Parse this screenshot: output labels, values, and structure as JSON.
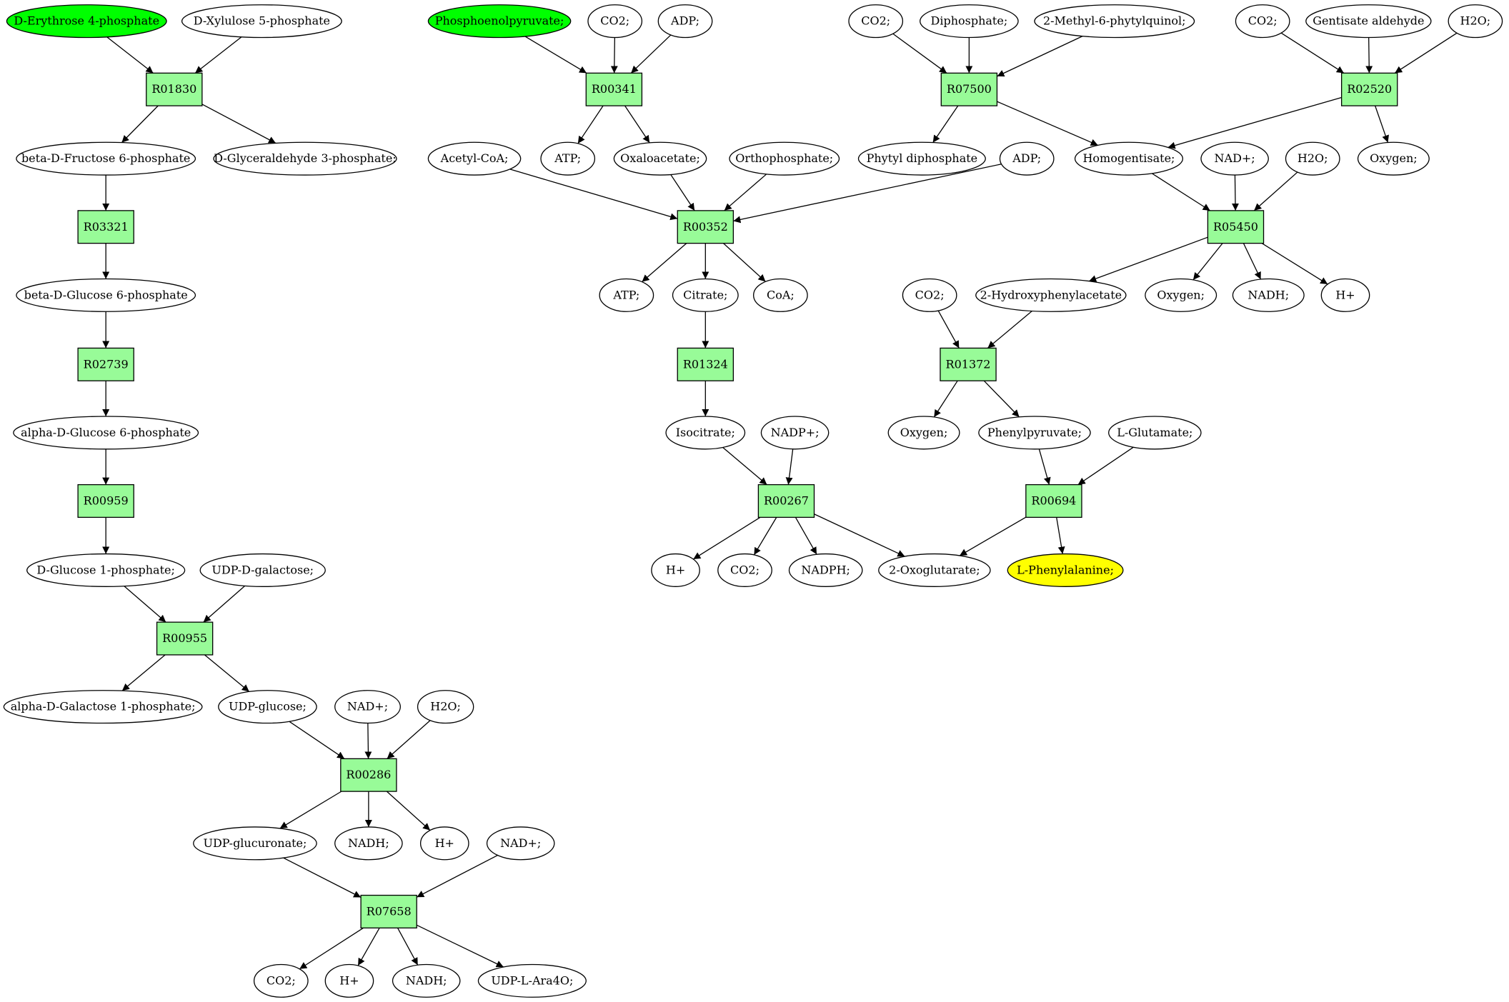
{
  "colors": {
    "reaction_fill": "#98fb98",
    "start_fill": "#00ff00",
    "target_fill": "#ffff00",
    "node_fill": "#ffffff",
    "stroke": "#000000"
  },
  "nodes": {
    "e4p": {
      "label": "D-Erythrose 4-phosphate",
      "kind": "start"
    },
    "xu5p": {
      "label": "D-Xylulose 5-phosphate",
      "kind": "compound"
    },
    "r01830": {
      "label": "R01830",
      "kind": "reaction"
    },
    "f6p": {
      "label": "beta-D-Fructose 6-phosphate",
      "kind": "compound"
    },
    "g3p": {
      "label": "D-Glyceraldehyde 3-phosphate;",
      "kind": "compound"
    },
    "r03321": {
      "label": "R03321",
      "kind": "reaction"
    },
    "bg6p": {
      "label": "beta-D-Glucose 6-phosphate",
      "kind": "compound"
    },
    "r02739": {
      "label": "R02739",
      "kind": "reaction"
    },
    "ag6p": {
      "label": "alpha-D-Glucose 6-phosphate",
      "kind": "compound"
    },
    "r00959": {
      "label": "R00959",
      "kind": "reaction"
    },
    "g1p": {
      "label": "D-Glucose 1-phosphate;",
      "kind": "compound"
    },
    "udpgal": {
      "label": "UDP-D-galactose;",
      "kind": "compound"
    },
    "r00955": {
      "label": "R00955",
      "kind": "reaction"
    },
    "agal1p": {
      "label": "alpha-D-Galactose 1-phosphate;",
      "kind": "compound"
    },
    "udpglc": {
      "label": "UDP-glucose;",
      "kind": "compound"
    },
    "nad_a": {
      "label": "NAD+;",
      "kind": "compound"
    },
    "h2o_a": {
      "label": "H2O;",
      "kind": "compound"
    },
    "r00286": {
      "label": "R00286",
      "kind": "reaction"
    },
    "udpglcur": {
      "label": "UDP-glucuronate;",
      "kind": "compound"
    },
    "nadh_a": {
      "label": "NADH;",
      "kind": "compound"
    },
    "hp_a": {
      "label": "H+",
      "kind": "compound"
    },
    "nad_b": {
      "label": "NAD+;",
      "kind": "compound"
    },
    "r07658": {
      "label": "R07658",
      "kind": "reaction"
    },
    "co2_a": {
      "label": "CO2;",
      "kind": "compound"
    },
    "hp_b": {
      "label": "H+",
      "kind": "compound"
    },
    "nadh_b": {
      "label": "NADH;",
      "kind": "compound"
    },
    "udpara": {
      "label": "UDP-L-Ara4O;",
      "kind": "compound"
    },
    "pep": {
      "label": "Phosphoenolpyruvate;",
      "kind": "start"
    },
    "co2_b": {
      "label": "CO2;",
      "kind": "compound"
    },
    "adp_a": {
      "label": "ADP;",
      "kind": "compound"
    },
    "r00341": {
      "label": "R00341",
      "kind": "reaction"
    },
    "acoa": {
      "label": "Acetyl-CoA;",
      "kind": "compound"
    },
    "atp_a": {
      "label": "ATP;",
      "kind": "compound"
    },
    "oaa": {
      "label": "Oxaloacetate;",
      "kind": "compound"
    },
    "pi": {
      "label": "Orthophosphate;",
      "kind": "compound"
    },
    "adp_b": {
      "label": "ADP;",
      "kind": "compound"
    },
    "r00352": {
      "label": "R00352",
      "kind": "reaction"
    },
    "atp_b": {
      "label": "ATP;",
      "kind": "compound"
    },
    "cit": {
      "label": "Citrate;",
      "kind": "compound"
    },
    "coa": {
      "label": "CoA;",
      "kind": "compound"
    },
    "r01324": {
      "label": "R01324",
      "kind": "reaction"
    },
    "icit": {
      "label": "Isocitrate;",
      "kind": "compound"
    },
    "nadp": {
      "label": "NADP+;",
      "kind": "compound"
    },
    "r00267": {
      "label": "R00267",
      "kind": "reaction"
    },
    "hp_c": {
      "label": "H+",
      "kind": "compound"
    },
    "co2_c": {
      "label": "CO2;",
      "kind": "compound"
    },
    "nadph": {
      "label": "NADPH;",
      "kind": "compound"
    },
    "akg": {
      "label": "2-Oxoglutarate;",
      "kind": "compound"
    },
    "co2_d": {
      "label": "CO2;",
      "kind": "compound"
    },
    "ppi": {
      "label": "Diphosphate;",
      "kind": "compound"
    },
    "mpq": {
      "label": "2-Methyl-6-phytylquinol;",
      "kind": "compound"
    },
    "r07500": {
      "label": "R07500",
      "kind": "reaction"
    },
    "phytpp": {
      "label": "Phytyl diphosphate",
      "kind": "compound"
    },
    "hga": {
      "label": "Homogentisate;",
      "kind": "compound"
    },
    "co2_e": {
      "label": "CO2;",
      "kind": "compound"
    },
    "gald": {
      "label": "Gentisate aldehyde",
      "kind": "compound"
    },
    "h2o_b": {
      "label": "H2O;",
      "kind": "compound"
    },
    "r02520": {
      "label": "R02520",
      "kind": "reaction"
    },
    "oxy_a": {
      "label": "Oxygen;",
      "kind": "compound"
    },
    "nad_c": {
      "label": "NAD+;",
      "kind": "compound"
    },
    "h2o_c": {
      "label": "H2O;",
      "kind": "compound"
    },
    "r05450": {
      "label": "R05450",
      "kind": "reaction"
    },
    "hpa": {
      "label": "2-Hydroxyphenylacetate",
      "kind": "compound"
    },
    "oxy_b": {
      "label": "Oxygen;",
      "kind": "compound"
    },
    "nadh_c": {
      "label": "NADH;",
      "kind": "compound"
    },
    "hp_d": {
      "label": "H+",
      "kind": "compound"
    },
    "co2_f": {
      "label": "CO2;",
      "kind": "compound"
    },
    "r01372": {
      "label": "R01372",
      "kind": "reaction"
    },
    "oxy_c": {
      "label": "Oxygen;",
      "kind": "compound"
    },
    "ppyr": {
      "label": "Phenylpyruvate;",
      "kind": "compound"
    },
    "glu": {
      "label": "L-Glutamate;",
      "kind": "compound"
    },
    "r00694": {
      "label": "R00694",
      "kind": "reaction"
    },
    "phe": {
      "label": "L-Phenylalanine;",
      "kind": "target"
    }
  },
  "edges": [
    [
      "e4p",
      "r01830"
    ],
    [
      "xu5p",
      "r01830"
    ],
    [
      "r01830",
      "f6p"
    ],
    [
      "r01830",
      "g3p"
    ],
    [
      "f6p",
      "r03321"
    ],
    [
      "r03321",
      "bg6p"
    ],
    [
      "bg6p",
      "r02739"
    ],
    [
      "r02739",
      "ag6p"
    ],
    [
      "ag6p",
      "r00959"
    ],
    [
      "r00959",
      "g1p"
    ],
    [
      "g1p",
      "r00955"
    ],
    [
      "udpgal",
      "r00955"
    ],
    [
      "r00955",
      "agal1p"
    ],
    [
      "r00955",
      "udpglc"
    ],
    [
      "udpglc",
      "r00286"
    ],
    [
      "nad_a",
      "r00286"
    ],
    [
      "h2o_a",
      "r00286"
    ],
    [
      "r00286",
      "udpglcur"
    ],
    [
      "r00286",
      "nadh_a"
    ],
    [
      "r00286",
      "hp_a"
    ],
    [
      "udpglcur",
      "r07658"
    ],
    [
      "nad_b",
      "r07658"
    ],
    [
      "r07658",
      "co2_a"
    ],
    [
      "r07658",
      "hp_b"
    ],
    [
      "r07658",
      "nadh_b"
    ],
    [
      "r07658",
      "udpara"
    ],
    [
      "pep",
      "r00341"
    ],
    [
      "co2_b",
      "r00341"
    ],
    [
      "adp_a",
      "r00341"
    ],
    [
      "r00341",
      "atp_a"
    ],
    [
      "r00341",
      "oaa"
    ],
    [
      "acoa",
      "r00352"
    ],
    [
      "oaa",
      "r00352"
    ],
    [
      "pi",
      "r00352"
    ],
    [
      "adp_b",
      "r00352"
    ],
    [
      "r00352",
      "atp_b"
    ],
    [
      "r00352",
      "cit"
    ],
    [
      "r00352",
      "coa"
    ],
    [
      "cit",
      "r01324"
    ],
    [
      "r01324",
      "icit"
    ],
    [
      "icit",
      "r00267"
    ],
    [
      "nadp",
      "r00267"
    ],
    [
      "r00267",
      "hp_c"
    ],
    [
      "r00267",
      "co2_c"
    ],
    [
      "r00267",
      "nadph"
    ],
    [
      "r00267",
      "akg"
    ],
    [
      "co2_d",
      "r07500"
    ],
    [
      "ppi",
      "r07500"
    ],
    [
      "mpq",
      "r07500"
    ],
    [
      "r07500",
      "phytpp"
    ],
    [
      "r07500",
      "hga"
    ],
    [
      "co2_e",
      "r02520"
    ],
    [
      "gald",
      "r02520"
    ],
    [
      "h2o_b",
      "r02520"
    ],
    [
      "r02520",
      "hga"
    ],
    [
      "r02520",
      "oxy_a"
    ],
    [
      "hga",
      "r05450"
    ],
    [
      "nad_c",
      "r05450"
    ],
    [
      "h2o_c",
      "r05450"
    ],
    [
      "r05450",
      "hpa"
    ],
    [
      "r05450",
      "oxy_b"
    ],
    [
      "r05450",
      "nadh_c"
    ],
    [
      "r05450",
      "hp_d"
    ],
    [
      "co2_f",
      "r01372"
    ],
    [
      "hpa",
      "r01372"
    ],
    [
      "r01372",
      "oxy_c"
    ],
    [
      "r01372",
      "ppyr"
    ],
    [
      "ppyr",
      "r00694"
    ],
    [
      "glu",
      "r00694"
    ],
    [
      "r00694",
      "akg"
    ],
    [
      "r00694",
      "phe"
    ]
  ]
}
